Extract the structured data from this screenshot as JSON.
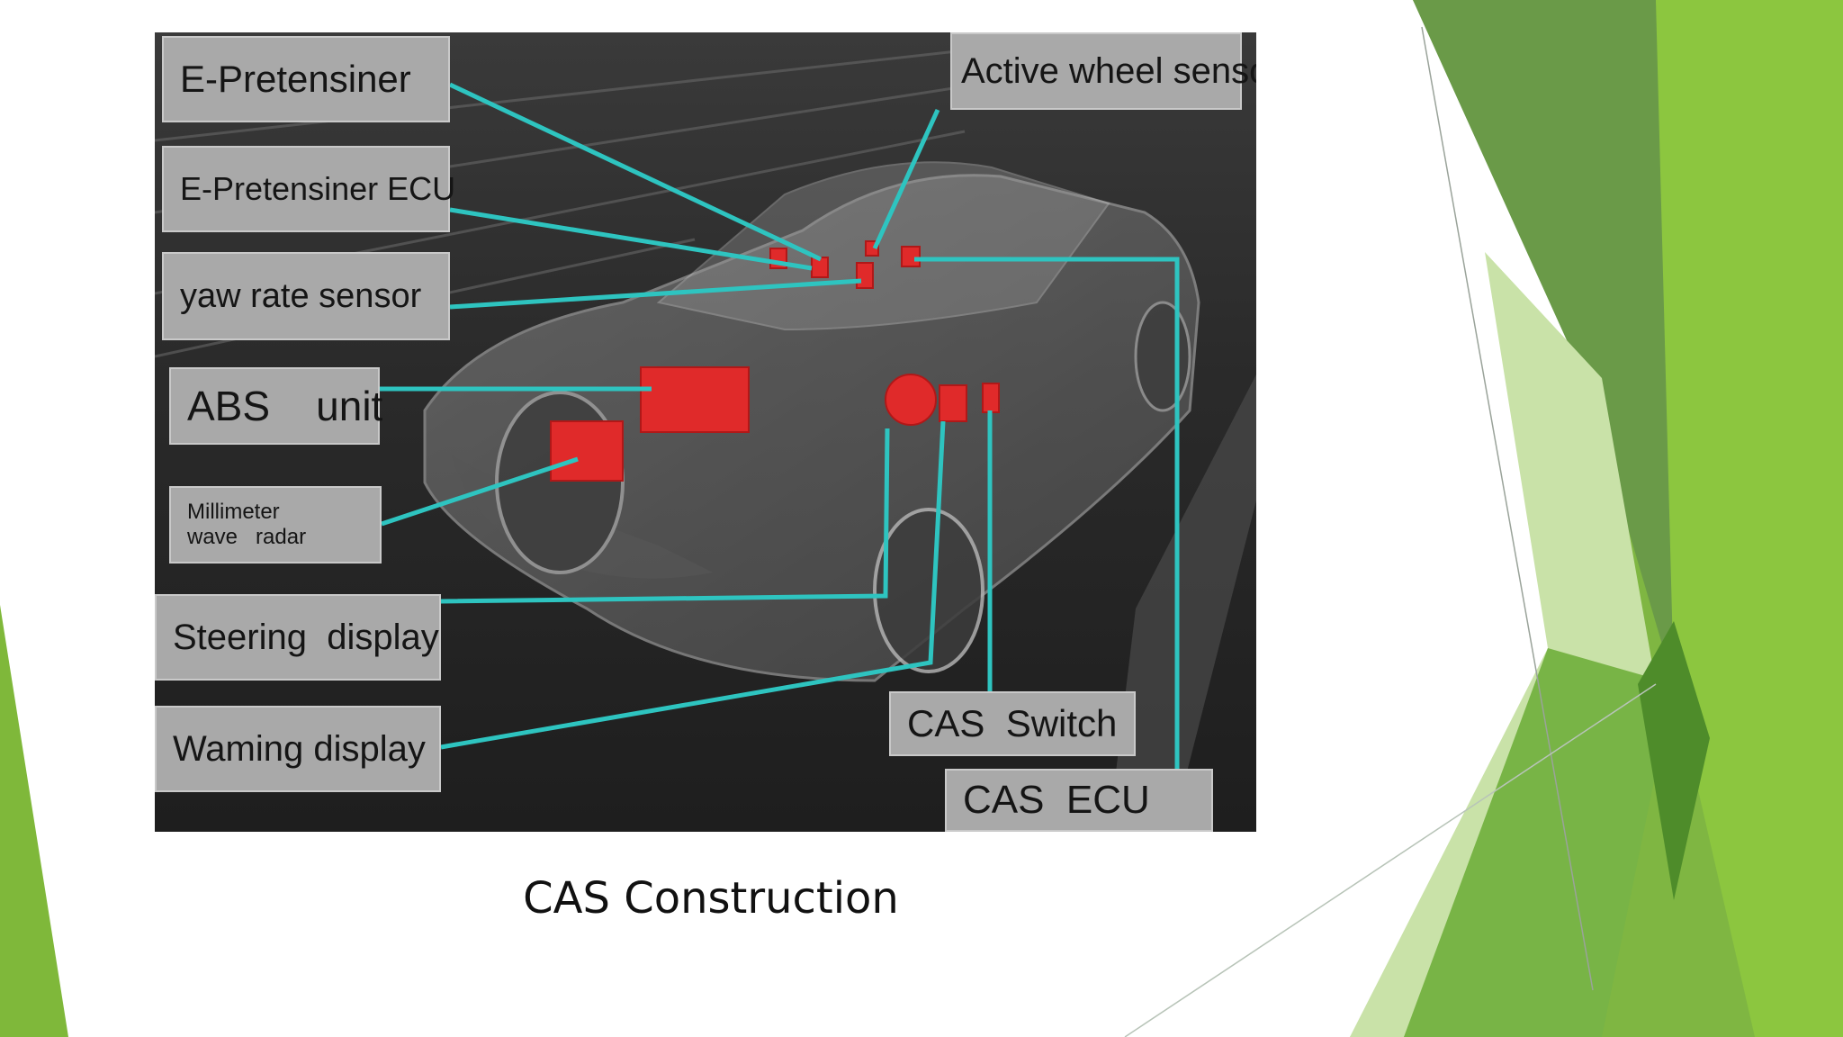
{
  "slide": {
    "caption": "CAS Construction"
  },
  "diagram": {
    "callouts": [
      {
        "id": "e-pretensiner",
        "label": "E-Pretensiner"
      },
      {
        "id": "e-pretensiner-ecu",
        "label": "E-Pretensiner  ECU"
      },
      {
        "id": "yaw-rate-sensor",
        "label": "yaw  rate  sensor"
      },
      {
        "id": "abs-unit",
        "label": "ABS    unit"
      },
      {
        "id": "millimeter-wave-radar",
        "label_line1": "Millimeter",
        "label_line2": "wave   radar"
      },
      {
        "id": "steering-display",
        "label": "Steering  display"
      },
      {
        "id": "warning-display",
        "label": "Waming display"
      },
      {
        "id": "active-wheel-sensor",
        "label": "Active wheel sensor"
      },
      {
        "id": "cas-switch",
        "label": "CAS  Switch"
      },
      {
        "id": "cas-ecu",
        "label": "CAS  ECU"
      }
    ],
    "colors": {
      "leader_line": "#2ec4c0",
      "component": "#e02a2a",
      "label_box": "#a9a9a9"
    }
  },
  "theme": {
    "accent_colors": [
      "#8cc63f",
      "#6aaa3a",
      "#4f8f2f",
      "#c9e2a8"
    ]
  }
}
